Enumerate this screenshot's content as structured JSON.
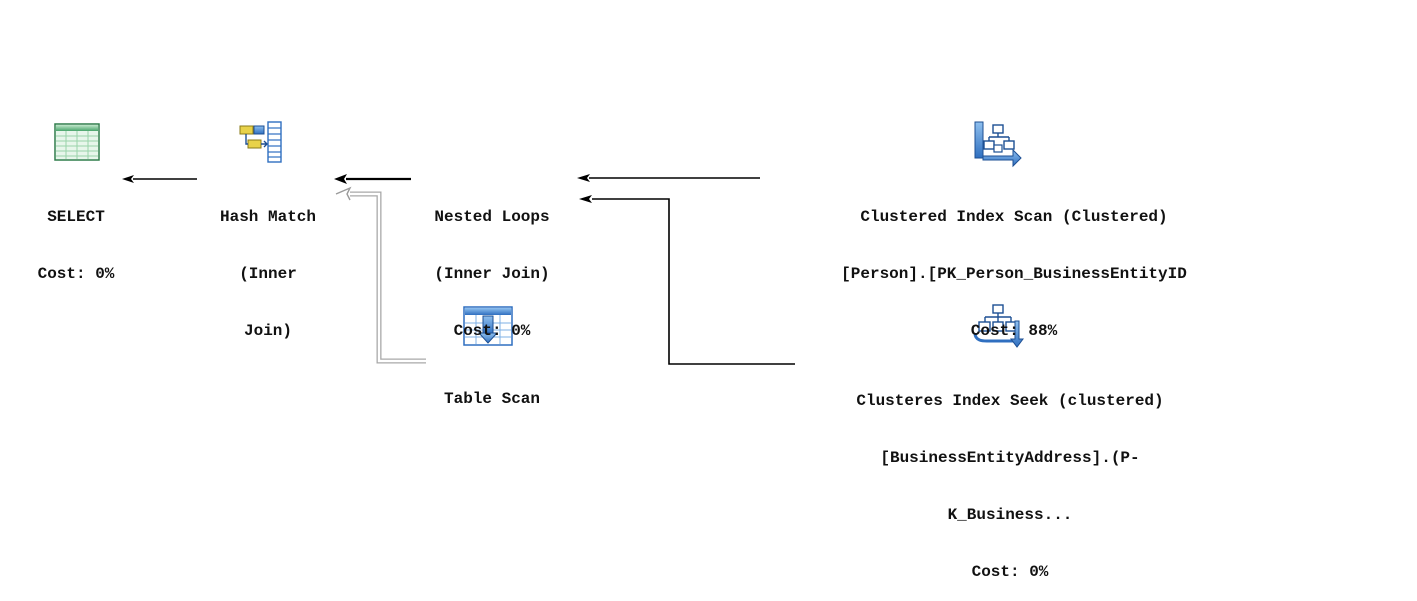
{
  "plan": {
    "select": {
      "name": "SELECT",
      "cost": "Cost: 0%"
    },
    "hash_match": {
      "line1": "Hash Match",
      "line2": "(Inner",
      "line3": "Join)"
    },
    "nested_loops": {
      "line1": "Nested Loops",
      "line2": "(Inner Join)",
      "cost": "Cost: 0%"
    },
    "clustered_scan": {
      "line1": "Clustered Index Scan (Clustered)",
      "line2": "[Person].[PK_Person_BusinessEntityID",
      "cost": "Cost: 88%"
    },
    "table_scan": {
      "name": "Table Scan"
    },
    "clustered_seek": {
      "line1": "Clusteres Index Seek (clustered)",
      "line2": "[BusinessEntityAddress].(P-",
      "line3": "K_Business...",
      "cost": "Cost: 0%"
    },
    "icons": {
      "select": "select-grid-icon",
      "hash_match": "hash-match-icon",
      "clustered_scan": "clustered-index-scan-icon",
      "table_scan": "table-scan-icon",
      "clustered_seek": "clustered-index-seek-icon"
    },
    "colors": {
      "icon_blue": "#2f6fc0",
      "icon_green": "#3c9a5f",
      "arrow": "#000000",
      "arrow_gray": "#9a9a9a"
    }
  }
}
